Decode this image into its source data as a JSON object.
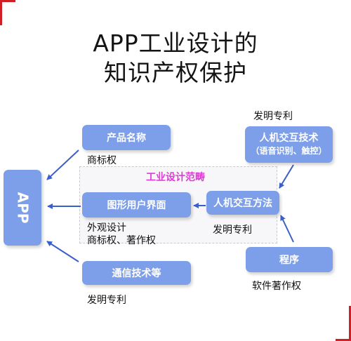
{
  "title": {
    "line1": "APP工业设计的",
    "line2": "知识产权保护"
  },
  "region": {
    "label": "工业设计范畴"
  },
  "nodes": {
    "app": "APP",
    "product_name": "产品名称",
    "gui": "图形用户界面",
    "communication": "通信技术等",
    "hci_tech": "人机交互技术",
    "hci_tech_sub": "（语音识别、触控）",
    "hci_method": "人机交互方法",
    "program": "程序"
  },
  "labels": {
    "trademark": "商标权",
    "appearance_1": "外观设计",
    "appearance_2": "商标权、著作权",
    "patent_comm": "发明专利",
    "patent_top": "发明专利",
    "patent_method": "发明专利",
    "software_copyright": "软件著作权"
  },
  "colors": {
    "box": "#7d9ee8",
    "region_title": "#e03ad6",
    "arrow": "#3b5fc8",
    "corner": "#d21f26"
  }
}
